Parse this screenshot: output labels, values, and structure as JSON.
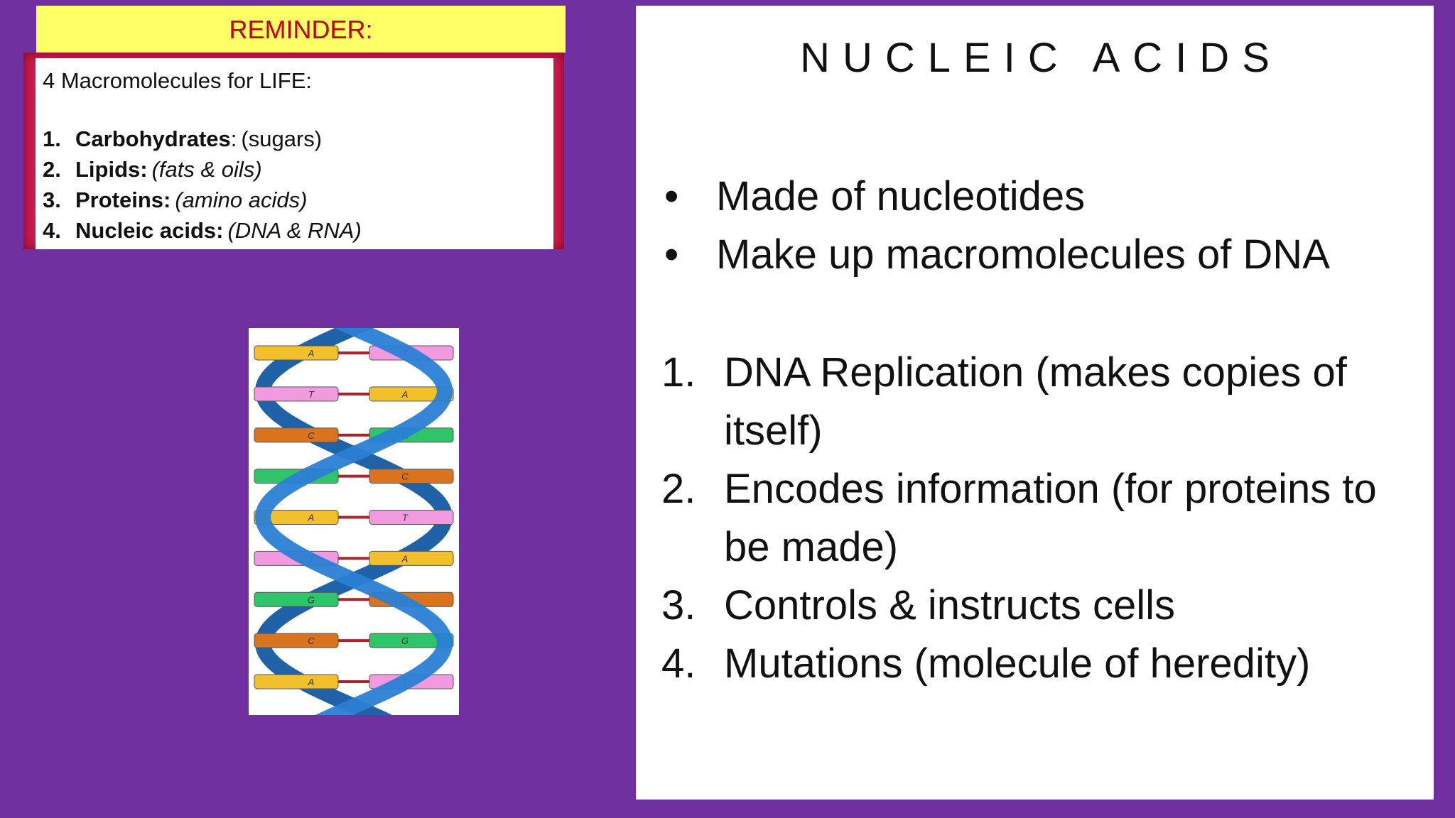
{
  "reminder": {
    "header": "REMINDER:",
    "heading": "4 Macromolecules for LIFE:",
    "items": [
      {
        "number": "1.",
        "name": "Carbohydrates",
        "sep": ":",
        "desc": "(sugars)"
      },
      {
        "number": "2.",
        "name": "Lipids:",
        "sep": "",
        "desc": "(fats & oils)"
      },
      {
        "number": "3.",
        "name": "Proteins:",
        "sep": "",
        "desc": "(amino acids)"
      },
      {
        "number": "4.",
        "name": "Nucleic acids:",
        "sep": "",
        "desc": "(DNA & RNA)"
      }
    ]
  },
  "dna": {
    "pairs": [
      {
        "left": "A",
        "right": "T",
        "left_color": "#f2c02a",
        "right_color": "#f29ae0"
      },
      {
        "left": "T",
        "right": "A",
        "left_color": "#f29ae0",
        "right_color": "#f2c02a"
      },
      {
        "left": "C",
        "right": "G",
        "left_color": "#d9731e",
        "right_color": "#2ec46a"
      },
      {
        "left": "G",
        "right": "C",
        "left_color": "#2ec46a",
        "right_color": "#d9731e"
      },
      {
        "left": "A",
        "right": "T",
        "left_color": "#f2c02a",
        "right_color": "#f29ae0"
      },
      {
        "left": "T",
        "right": "A",
        "left_color": "#f29ae0",
        "right_color": "#f2c02a"
      },
      {
        "left": "G",
        "right": "C",
        "left_color": "#2ec46a",
        "right_color": "#d9731e"
      },
      {
        "left": "C",
        "right": "G",
        "left_color": "#d9731e",
        "right_color": "#2ec46a"
      },
      {
        "left": "A",
        "right": "T",
        "left_color": "#f2c02a",
        "right_color": "#f29ae0"
      }
    ],
    "backbone_color": "#2a7fd4"
  },
  "slide": {
    "title": "NUCLEIC ACIDS",
    "bullets": [
      "Made of nucleotides",
      "Make up macromolecules of DNA"
    ],
    "numbered": [
      {
        "marker": "1.",
        "text": "DNA Replication (makes copies of itself)"
      },
      {
        "marker": "2.",
        "text": "Encodes information (for proteins to be made)"
      },
      {
        "marker": "3.",
        "text": "Controls & instructs cells"
      },
      {
        "marker": "4.",
        "text": "Mutations (molecule of heredity)"
      }
    ]
  },
  "colors": {
    "background": "#7030a0",
    "reminder_header_bg": "#ffff66",
    "reminder_header_text": "#c00000",
    "reminder_border": "#cc1f4f"
  }
}
